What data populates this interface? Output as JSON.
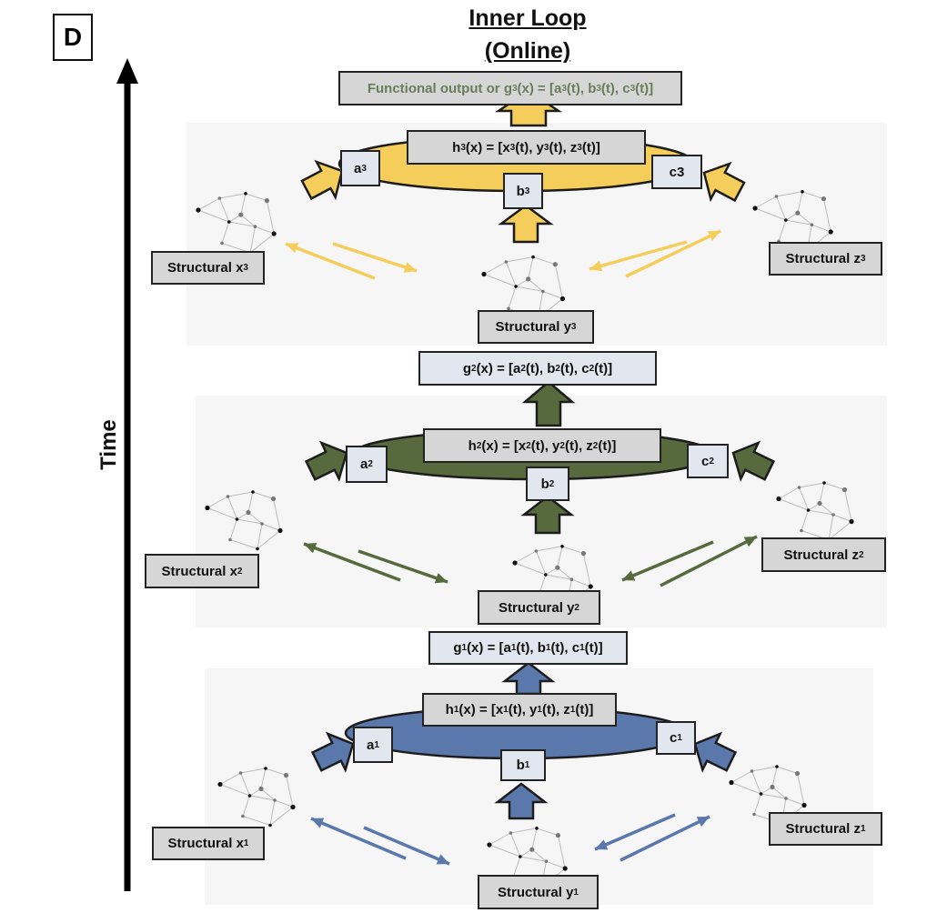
{
  "panel_label": "D",
  "title_line1": "Inner Loop",
  "title_line2": "(Online)",
  "axis_label": "Time",
  "colors": {
    "level1": "#5b78ac",
    "level2": "#566a3e",
    "level3": "#f5cd5a"
  },
  "top_output": {
    "text": "Functional output or g",
    "sub": "3",
    "rest": "(x) = [a",
    "a_sub": "3",
    "b_pre": "(t), b",
    "b_sub": "3",
    "c_pre": "(t), c",
    "c_sub": "3",
    "end": "(t)]"
  },
  "levels": [
    {
      "id": "1",
      "h_label": {
        "pre": "h",
        "s1": "1",
        "mid": "(x) = [x",
        "s2": "1",
        "m2": "(t), y",
        "s3": "1",
        "m3": "(t), z",
        "s4": "1",
        "end": "(t)]"
      },
      "g_label": {
        "pre": "g",
        "s1": "1",
        "mid": "(x) = [a",
        "s2": "1",
        "m2": "(t), b",
        "s3": "1",
        "m3": "(t), c",
        "s4": "1",
        "end": "(t)]"
      },
      "nodes": {
        "a": "a",
        "b": "b",
        "c": "c",
        "sub": "1"
      },
      "structural": {
        "prefix": "Structural ",
        "x": "x",
        "y": "y",
        "z": "z",
        "sub": "1"
      }
    },
    {
      "id": "2",
      "h_label": {
        "pre": "h",
        "s1": "2",
        "mid": "(x) = [x",
        "s2": "2",
        "m2": "(t), y",
        "s3": "2",
        "m3": "(t), z",
        "s4": "2",
        "end": "(t)]"
      },
      "g_label": {
        "pre": "g",
        "s1": "2",
        "mid": "(x) = [a",
        "s2": "2",
        "m2": "(t), b",
        "s3": "2",
        "m3": "(t), c",
        "s4": "2",
        "end": "(t)]"
      },
      "nodes": {
        "a": "a",
        "b": "b",
        "c": "c",
        "sub": "2"
      },
      "structural": {
        "prefix": "Structural ",
        "x": "x",
        "y": "y",
        "z": "z",
        "sub": "2"
      }
    },
    {
      "id": "3",
      "h_label": {
        "pre": "h",
        "s1": "3",
        "mid": "(x) = [x",
        "s2": "3",
        "m2": "(t), y",
        "s3": "3",
        "m3": "(t), z",
        "s4": "3",
        "end": "(t)]"
      },
      "nodes": {
        "a": "a",
        "b": "b",
        "c": "c",
        "sub": "3"
      },
      "structural": {
        "prefix": "Structural ",
        "x": "x",
        "y": "y",
        "z": "z",
        "sub": "3"
      }
    }
  ]
}
